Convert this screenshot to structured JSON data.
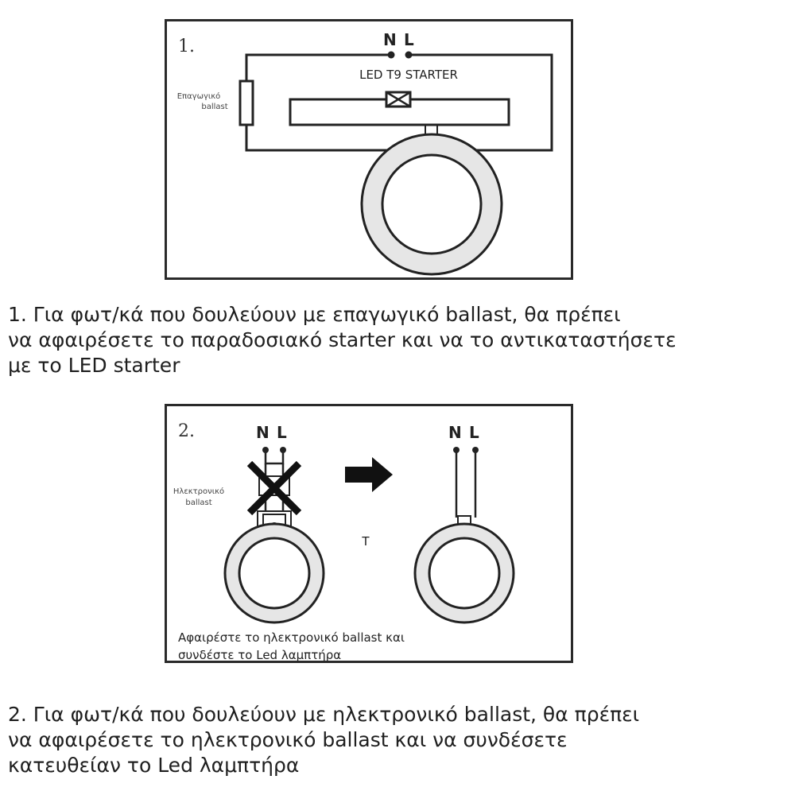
{
  "diagram1": {
    "number": "1.",
    "terminal_n": "N",
    "terminal_l": "L",
    "starter_label": "LED T9 STARTER",
    "ballast_label_line1": "Επαγωγικό",
    "ballast_label_line2": "ballast",
    "icons": [
      "ballast-box-icon",
      "starter-icon",
      "circular-lamp-icon"
    ]
  },
  "caption1": "1. Για φωτ/κά που δουλεύουν με επαγωγικό ballast, θα πρέπει\nνα αφαιρέσετε το παραδοσιακό starter και να το αντικαταστήσετε\nμε το LED starter",
  "diagram2": {
    "number": "2.",
    "terminal_n": "N",
    "terminal_l": "L",
    "terminal_n_right": "N",
    "terminal_l_right": "L",
    "ballast_label_line1": "Ηλεκτρονικό",
    "ballast_label_line2": "ballast",
    "middle_letter": "T",
    "note_line1": "Αφαιρέστε το ηλεκτρονικό ballast και",
    "note_line2": "συνδέστε το Led λαμπτήρα",
    "icons": [
      "cross-mark-icon",
      "arrow-right-icon",
      "circular-lamp-icon"
    ]
  },
  "caption2": "2. Για φωτ/κά που δουλεύουν με ηλεκτρονικό ballast, θα πρέπει\nνα αφαιρέσετε το ηλεκτρονικό ballast και να συνδέσετε\nκατευθείαν το Led λαμπτήρα"
}
